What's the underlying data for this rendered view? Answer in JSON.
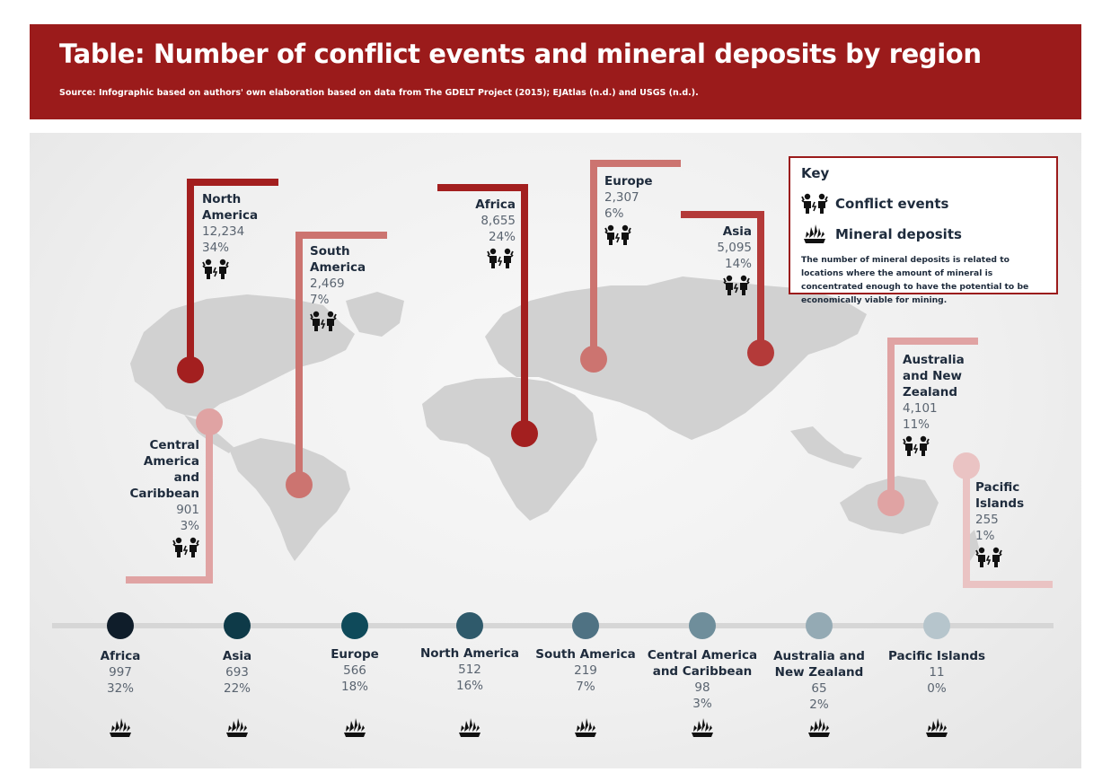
{
  "header": {
    "title": "Table: Number of conflict events and mineral deposits by region",
    "source": "Source: Infographic based on authors' own elaboration based on data from The GDELT Project (2015); EJAtlas (n.d.) and USGS (n.d.)."
  },
  "key": {
    "title": "Key",
    "conflict_label": "Conflict events",
    "mineral_label": "Mineral deposits",
    "note": "The number of mineral deposits is related to locations where the amount of mineral is concentrated enough to have the potential to be economically viable for mining.",
    "conflict_icon": "conflict-icon",
    "mineral_icon": "crystal-icon"
  },
  "conflict_events": [
    {
      "name": "North America",
      "value": "12,234",
      "pct": "34%",
      "color": "#a31f1f"
    },
    {
      "name": "South America",
      "value": "2,469",
      "pct": "7%",
      "color": "#cc7470"
    },
    {
      "name": "Africa",
      "value": "8,655",
      "pct": "24%",
      "color": "#a31f1f"
    },
    {
      "name": "Europe",
      "value": "2,307",
      "pct": "6%",
      "color": "#cc7470"
    },
    {
      "name": "Asia",
      "value": "5,095",
      "pct": "14%",
      "color": "#b43a39"
    },
    {
      "name": "Australia and New Zealand",
      "value": "4,101",
      "pct": "11%",
      "color": "#e0a3a3"
    },
    {
      "name": "Central America and Caribbean",
      "value": "901",
      "pct": "3%",
      "color": "#e0a3a3"
    },
    {
      "name": "Pacific Islands",
      "value": "255",
      "pct": "1%",
      "color": "#eac3c3"
    }
  ],
  "mineral_deposits": [
    {
      "name": "Africa",
      "value": "997",
      "pct": "32%",
      "color": "#0f1d2a"
    },
    {
      "name": "Asia",
      "value": "693",
      "pct": "22%",
      "color": "#0e3a48"
    },
    {
      "name": "Europe",
      "value": "566",
      "pct": "18%",
      "color": "#0f4a5a"
    },
    {
      "name": "North America",
      "value": "512",
      "pct": "16%",
      "color": "#2f5a6b"
    },
    {
      "name": "South America",
      "value": "219",
      "pct": "7%",
      "color": "#4f7283"
    },
    {
      "name": "Central America and Caribbean",
      "value": "98",
      "pct": "3%",
      "color": "#6f8e9b"
    },
    {
      "name": "Australia and New Zealand",
      "value": "65",
      "pct": "2%",
      "color": "#94aab4"
    },
    {
      "name": "Pacific Islands",
      "value": "11",
      "pct": "0%",
      "color": "#b6c5cc"
    }
  ]
}
